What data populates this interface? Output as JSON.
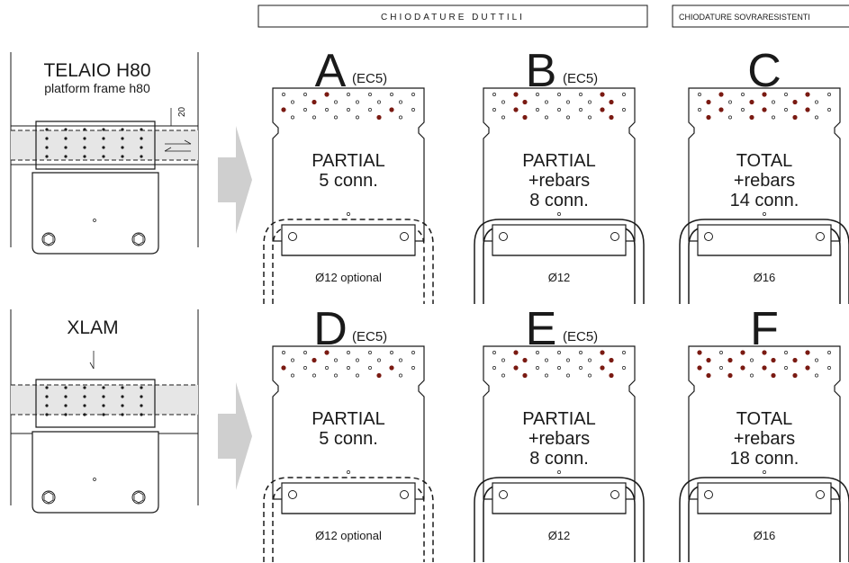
{
  "headers": {
    "ductile": "CHIODATURE   DUTTILI",
    "over": "CHIODATURE SOVRARESISTENTI"
  },
  "left": {
    "top_title": "TELAIO H80",
    "top_subtitle": "platform frame h80",
    "dim_label": "20",
    "bottom_title": "XLAM"
  },
  "panels": [
    {
      "id": "A",
      "letter": "A",
      "sub": "(EC5)",
      "line1": "PARTIAL",
      "line2": "5 conn.",
      "line3": "",
      "bolt": "Ø12 optional",
      "style": "dashed",
      "nails_red": 5
    },
    {
      "id": "B",
      "letter": "B",
      "sub": "(EC5)",
      "line1": "PARTIAL",
      "line2": "+rebars",
      "line3": "8 conn.",
      "bolt": "Ø12",
      "style": "solid",
      "nails_red": 8
    },
    {
      "id": "C",
      "letter": "C",
      "sub": "",
      "line1": "TOTAL",
      "line2": "+rebars",
      "line3": "14 conn.",
      "bolt": "Ø16",
      "style": "solid",
      "nails_red": 14
    },
    {
      "id": "D",
      "letter": "D",
      "sub": "(EC5)",
      "line1": "PARTIAL",
      "line2": "5 conn.",
      "line3": "",
      "bolt": "Ø12 optional",
      "style": "dashed",
      "nails_red": 5
    },
    {
      "id": "E",
      "letter": "E",
      "sub": "(EC5)",
      "line1": "PARTIAL",
      "line2": "+rebars",
      "line3": "8 conn.",
      "bolt": "Ø12",
      "style": "solid",
      "nails_red": 8
    },
    {
      "id": "F",
      "letter": "F",
      "sub": "",
      "line1": "TOTAL",
      "line2": "+rebars",
      "line3": "18 conn.",
      "bolt": "Ø16",
      "style": "solid",
      "nails_red": 18
    }
  ],
  "colors": {
    "line": "#1a1a1a",
    "nail_red": "#7a1a12",
    "band": "#e6e6e6",
    "arrow": "#cfcfcf"
  }
}
